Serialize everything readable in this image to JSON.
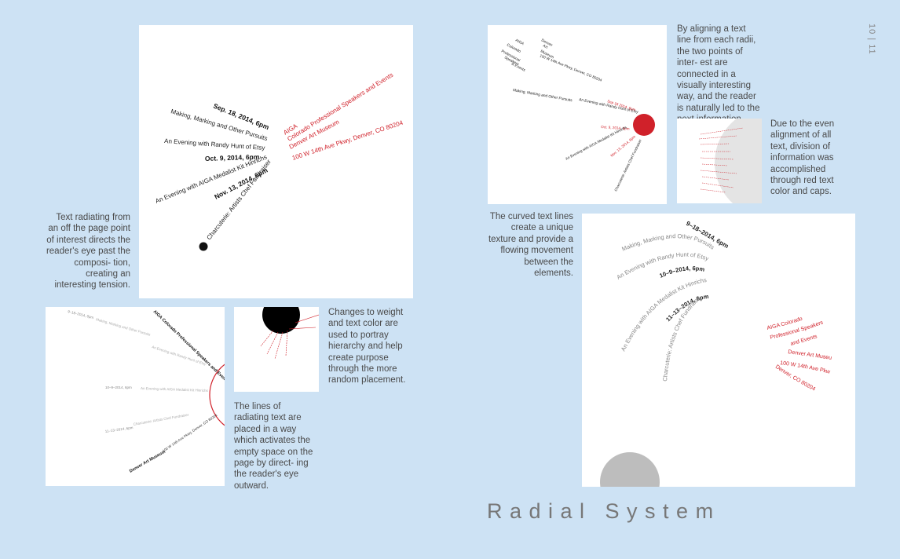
{
  "page_number": "10 | 11",
  "section_title": "Radial System",
  "captions": {
    "radiating": "Text radiating from an off the page point of interest directs the reader's eye past the composi- tion, creating an interesting tension.",
    "weight": "Changes to weight and text color are used to portray hierarchy and help create purpose through the more random placement.",
    "lines": "The lines of radiating text are placed in a way which activates the empty space on the page by direct- ing the reader's eye outward.",
    "aligning": "By aligning a text line from each radii, the two points of inter- est are connected in a visually interesting way, and the reader is naturally led to the next information.",
    "even": "Due to the even alignment of all text, division of information was accomplished through red text color and caps.",
    "curved": "The curved text lines create a unique texture and provide a flowing movement between the elements."
  },
  "poster_text": {
    "date1": "Sep. 18, 2014, 6pm",
    "talk1": "Making, Marking and Other Pursuits",
    "talk2": "An Evening with Randy Hunt of Etsy",
    "date2": "Oct. 9, 2014, 6pm",
    "talk3": "An Evening with AIGA Medalist Kit Hinrichs",
    "date3": "Nov. 13, 2014, 6pm",
    "talk4": "Charcuterie: Artists Chef Fundraiser",
    "org1": "AIGA",
    "org2": "Colorado Professional Speakers and Events",
    "venue": "Denver Art Museum",
    "address": "100 W 14th Ave Pkwy, Denver, CO 80204",
    "org_header": "AIGA Colorado Professional Speakers and Events",
    "venue_header": "Denver Art Museum",
    "d1_num": "9–18–2014, 6pm",
    "d2_num": "10–9–2014, 6pm",
    "d3_num": "11–13–2014, 6pm",
    "d1_alt": "Sep 18 2014, 6pm",
    "d2_alt": "Oct. 9, 2014, 6pm",
    "d3_alt": "Nov. 13, 2014, 6pm",
    "aiga_stack": [
      "AIGA",
      "Colorado",
      "Professional",
      "Speakers",
      "& Events"
    ],
    "dam_stack": [
      "Denver",
      "Art",
      "Museum"
    ],
    "curved_red": [
      "AIGA Colorado",
      "Professional Speakers",
      "and Events",
      "Denver Art Museum",
      "100 W 14th Ave Pkwy,",
      "Denver, CO 80204"
    ]
  },
  "colors": {
    "background": "#cde2f4",
    "accent_red": "#d0212a",
    "ink": "#111111",
    "grey": "#bdbdbd"
  }
}
